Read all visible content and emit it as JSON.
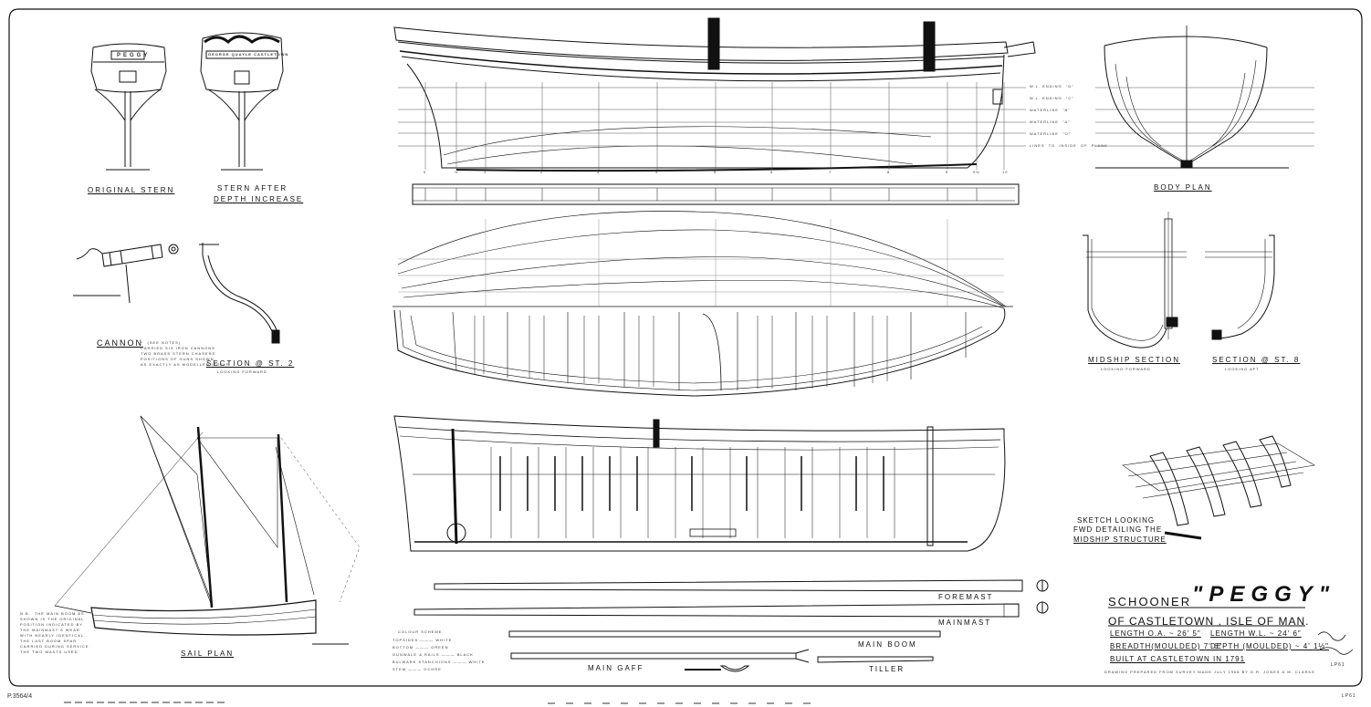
{
  "stern_views": {
    "original_label": "ORIGINAL  STERN",
    "after_label_line1": "STERN  AFTER",
    "after_label_line2": "DEPTH  INCREASE",
    "name_board": "PEGGY",
    "carved_board": "GEORGE QUAYLE CASTLETOWN"
  },
  "cannon": {
    "label": "CANNON",
    "notes": "~  (SEE NOTES)\nCARRIED SIX IRON CANNONS\nTWO BRASS STERN CHASERS\nPOSITIONS OF GUNS SHOWN\nAS EXACTLY AS MODELLED ITSELF"
  },
  "section_st2": {
    "label": "SECTION  @  ST. 2",
    "sub": "LOOKING FORWARD"
  },
  "body_plan": {
    "label": "BODY    PLAN",
    "waterlines": [
      "W.L. ENDING  \"D\"",
      "W.L. ENDING  \"C\"",
      "WATERLINE  \"B\"",
      "WATERLINE  \"A\"",
      "WATERLINE  \"O\"",
      "LINES  TO  INSIDE  OF  PLANK"
    ],
    "stations": [
      "0",
      "½",
      "1",
      "2",
      "3",
      "4",
      "5",
      "6",
      "7",
      "8",
      "9",
      "9½",
      "10"
    ]
  },
  "midship_section": {
    "label": "MIDSHIP  SECTION",
    "sub": "LOOKING  FORWARD"
  },
  "section_st8": {
    "label": "SECTION  @  ST. 8",
    "sub": "LOOKING  AFT"
  },
  "sketch": {
    "label_line1": "SKETCH  LOOKING",
    "label_line2": "FWD  DETAILING  THE",
    "label_line3": "MIDSHIP  STRUCTURE"
  },
  "sail_plan": {
    "label": "SAIL   PLAN",
    "notes": "N.B.  THE MAIN BOOM AS\nSHOWN IS THE ORIGINAL\nPOSITION INDICATED BY\nTHE MAINMAST'S WEAR\nWITH NEARLY IDENTICAL\nTHE LAST BOOM SPAR\nCARRIED DURING SERVICE\nTHE TWO MASTS USED"
  },
  "colour_scheme": {
    "title": "COLOUR  SCHEME",
    "rows": [
      "TOPSIDES ——— WHITE",
      "BOTTOM ——— GREEN",
      "GUNWALE & RAILS ——— BLACK",
      "BULWARK STANCHIONS ——— WHITE",
      "STEM ——— OCHRE"
    ]
  },
  "spars": {
    "foremast": "FOREMAST",
    "mainmast": "MAINMAST",
    "main_boom": "MAIN  BOOM",
    "main_gaff": "MAIN  GAFF",
    "tiller": "TILLER"
  },
  "title_block": {
    "prefix": "SCHOONER",
    "name": "\"PEGGY\"",
    "place": "OF  CASTLETOWN ,  ISLE  OF  MAN.",
    "length_oa": "LENGTH  O.A.  ~  26' 5\"",
    "length_wl": "LENGTH  W.L.  ~  24' 6\"",
    "breadth": "BREADTH(MOULDED)  7' 6\"",
    "depth": "DEPTH (MOULDED)  ~  4'  1½\"",
    "built": "BUILT  AT  CASTLETOWN  IN  1791",
    "credit": "DRAWING  PREPARED  FROM  SURVEY  MADE  JULY  1968  BY  D.R. JONES  &  M. CLARKE"
  },
  "footer": {
    "left_ref": "P.3564/4",
    "right_ref": "LP61"
  },
  "sheet_ref": "LP61"
}
